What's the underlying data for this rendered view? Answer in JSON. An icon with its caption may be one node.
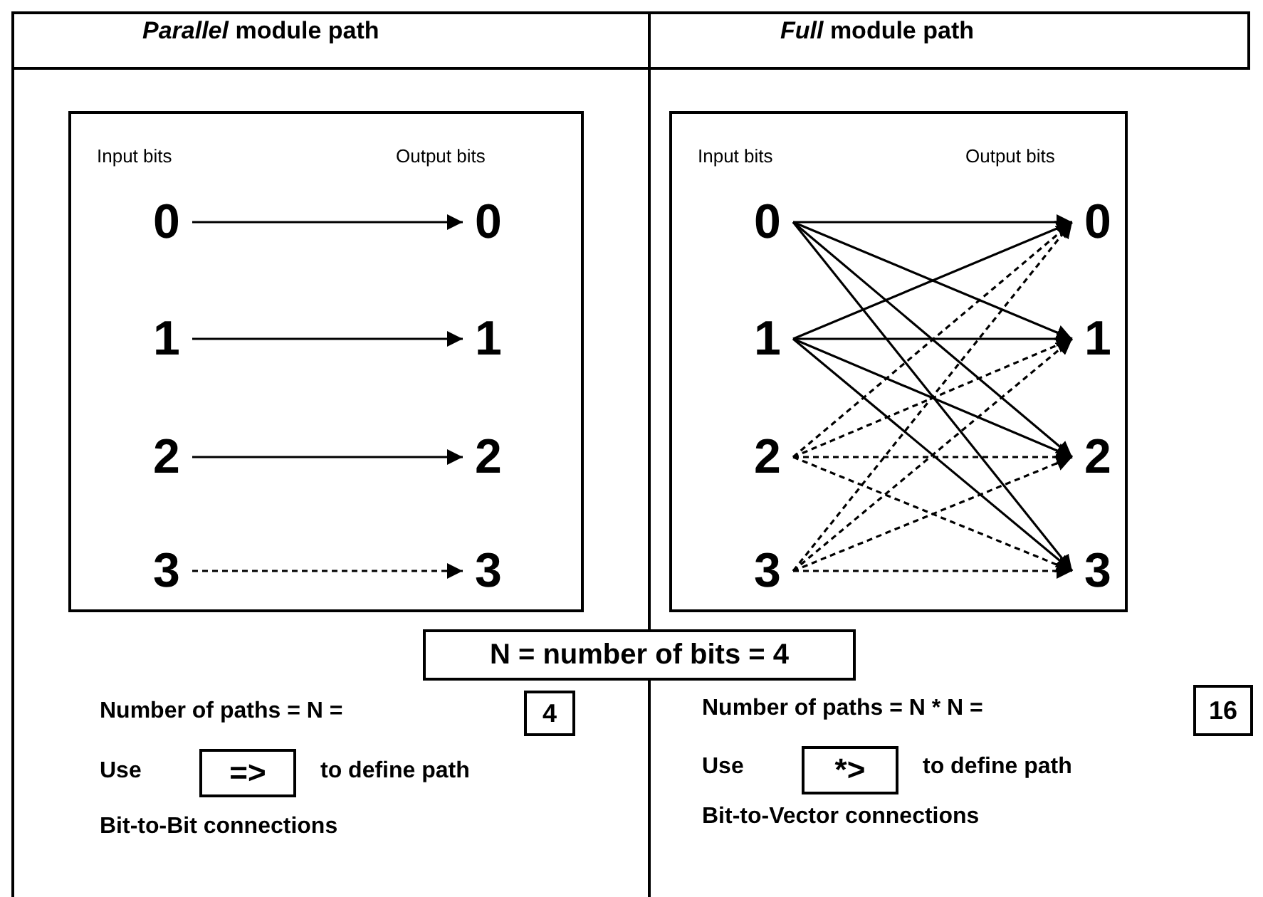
{
  "diagram": {
    "nodes": [
      {
        "text": [
          "Input bits",
          "Output bits"
        ]
      },
      {
        "text": [
          "0"
        ],
        "in": 0
      },
      {
        "text": [
          "1"
        ],
        "in": 0
      },
      {
        "text": [
          "2"
        ],
        "in": 0
      },
      {
        "text": [
          "3"
        ],
        "in": 0
      },
      {
        "text": [
          "0"
        ],
        "in": 0
      },
      {
        "text": [
          "1"
        ],
        "in": 0
      },
      {
        "text": [
          "2"
        ],
        "in": 0
      },
      {
        "text": [
          "3"
        ],
        "in": 0
      },
      {
        "text": [
          "Input bits",
          "Output bits"
        ]
      },
      {
        "text": [
          "0"
        ],
        "in": 9
      },
      {
        "text": [
          "1"
        ],
        "in": 9
      },
      {
        "text": [
          "2"
        ],
        "in": 9
      },
      {
        "text": [
          "3"
        ],
        "in": 9
      },
      {
        "text": [
          "0"
        ],
        "in": 9
      },
      {
        "text": [
          "1"
        ],
        "in": 9
      },
      {
        "text": [
          "2"
        ],
        "in": 9
      },
      {
        "text": [
          "3"
        ],
        "in": 9
      },
      {
        "text": [
          "N = number of bits = 4"
        ]
      },
      {
        "text": [
          "4"
        ]
      },
      {
        "text": [
          "=>"
        ]
      },
      {
        "text": [
          "16"
        ]
      },
      {
        "text": [
          "*>"
        ]
      }
    ],
    "edges": [
      {
        "from": 1,
        "to": 5,
        "arrow": "to"
      },
      {
        "from": 2,
        "to": 6,
        "arrow": "to"
      },
      {
        "from": 3,
        "to": 7,
        "arrow": "to"
      },
      {
        "from": 4,
        "to": 8,
        "arrow": "to",
        "style": "dashed"
      },
      {
        "from": 10,
        "to": 14,
        "arrow": "to"
      },
      {
        "from": 10,
        "to": 15,
        "arrow": "to"
      },
      {
        "from": 10,
        "to": 16,
        "arrow": "to"
      },
      {
        "from": 10,
        "to": 17,
        "arrow": "to"
      },
      {
        "from": 11,
        "to": 14,
        "arrow": "to"
      },
      {
        "from": 11,
        "to": 15,
        "arrow": "to"
      },
      {
        "from": 11,
        "to": 16,
        "arrow": "to"
      },
      {
        "from": 11,
        "to": 17,
        "arrow": "to"
      },
      {
        "from": 12,
        "to": 14,
        "arrow": "to",
        "style": "dashed"
      },
      {
        "from": 12,
        "to": 15,
        "arrow": "to",
        "style": "dashed"
      },
      {
        "from": 12,
        "to": 16,
        "arrow": "to",
        "style": "dashed"
      },
      {
        "from": 12,
        "to": 17,
        "arrow": "to",
        "style": "dashed"
      },
      {
        "from": 13,
        "to": 14,
        "arrow": "to",
        "style": "dashed"
      },
      {
        "from": 13,
        "to": 15,
        "arrow": "to",
        "style": "dashed"
      },
      {
        "from": 13,
        "to": 16,
        "arrow": "to",
        "style": "dashed"
      },
      {
        "from": 13,
        "to": 17,
        "arrow": "to",
        "style": "dashed"
      }
    ],
    "labels": [
      "*Parallel* module path",
      "*Full* module path",
      "Number of paths = N =",
      "Use",
      "to define path",
      "Bit-to-Bit connections",
      "Number of paths = N * N =",
      "Use",
      "to define path",
      "Bit-to-Vector connections"
    ]
  }
}
